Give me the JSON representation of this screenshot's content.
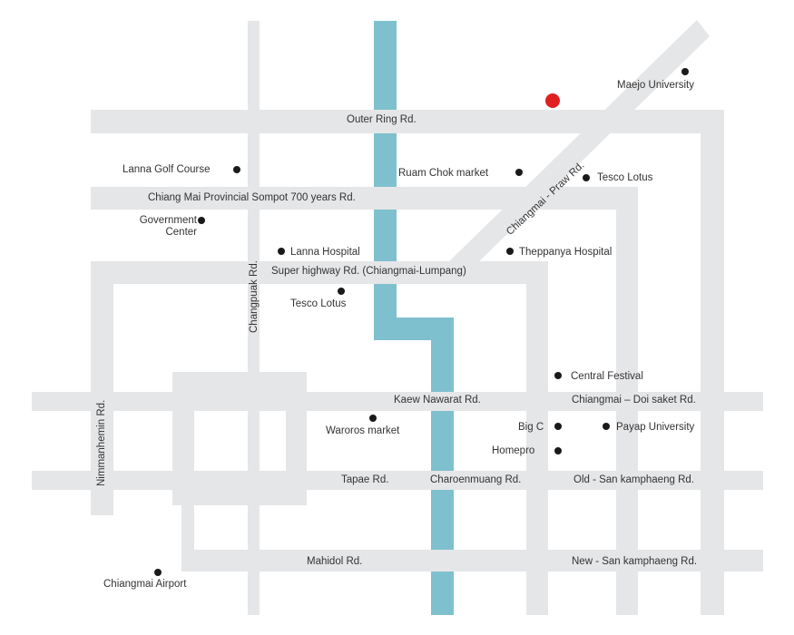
{
  "colors": {
    "road": "#e5e6e8",
    "river": "#7fc0ce",
    "marker": "#1a1a1a",
    "highlight_pin": "#e02020"
  },
  "roads": {
    "outer_ring": "Outer Ring Rd.",
    "sompot": "Chiang Mai Provincial Sompot 700 years Rd.",
    "super_highway": "Super highway Rd. (Chiangmai-Lumpang)",
    "changpuak": "Changpuak Rd.",
    "nimmanhemin": "Nimmanhemin Rd.",
    "praw": "Chiangmai - Praw Rd.",
    "kaew_nawarat": "Kaew Nawarat Rd.",
    "doi_saket": "Chiangmai – Doi saket Rd.",
    "tapae": "Tapae Rd.",
    "charoenmuang": "Charoenmuang Rd.",
    "old_san_kamphaeng": "Old - San kamphaeng Rd.",
    "mahidol": "Mahidol Rd.",
    "new_san_kamphaeng": "New - San kamphaeng Rd."
  },
  "places": {
    "maejo": "Maejo University",
    "lanna_golf": "Lanna Golf Course",
    "ruam_chok": "Ruam Chok market",
    "tesco_north": "Tesco Lotus",
    "government_line1": "Government",
    "government_line2": "Center",
    "lanna_hospital": "Lanna Hospital",
    "theppanya": "Theppanya Hospital",
    "tesco_south": "Tesco Lotus",
    "central_festival": "Central Festival",
    "waroros": "Waroros market",
    "big_c": "Big C",
    "payap": "Payap University",
    "homepro": "Homepro",
    "airport": "Chiangmai Airport"
  }
}
